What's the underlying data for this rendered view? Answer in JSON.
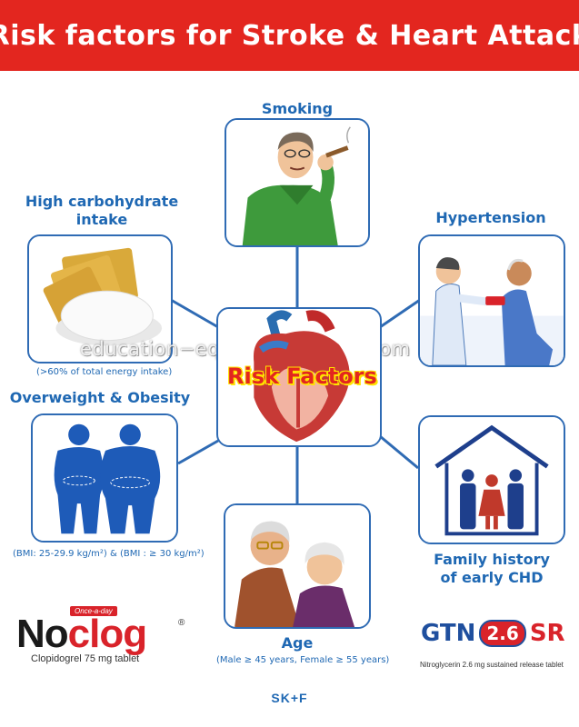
{
  "header": {
    "title": "Risk factors for Stroke & Heart Attack"
  },
  "center": {
    "title": "Risk Factors"
  },
  "factors": {
    "smoking": {
      "label": "Smoking"
    },
    "carb": {
      "label_line1": "High carbohydrate",
      "label_line2": "intake",
      "note": "(>60% of total energy intake)"
    },
    "hypertension": {
      "label": "Hypertension"
    },
    "obesity": {
      "label": "Overweight & Obesity",
      "note": "(BMI: 25-29.9 kg/m²) & (BMI : ≥ 30 kg/m²)"
    },
    "family": {
      "label_line1": "Family history",
      "label_line2": "of early CHD"
    },
    "age": {
      "label": "Age",
      "note": "(Male ≥ 45 years, Female ≥ 55 years)"
    }
  },
  "watermark": "education−equip.en.alibaba.com",
  "brands": {
    "noclog": {
      "badge": "Once-a-day",
      "name_part1": "No",
      "name_part2": "clog",
      "reg": "®",
      "subtitle": "Clopidogrel 75 mg tablet"
    },
    "gtn": {
      "name": "GTN",
      "dose": "2.6",
      "suffix": "SR",
      "subtitle": "Nitroglycerin 2.6 mg sustained release tablet"
    },
    "skf": "SK+F"
  },
  "colors": {
    "header_bg": "#e3261f",
    "accent_blue": "#1f68b3",
    "card_border": "#2f6bb4"
  }
}
